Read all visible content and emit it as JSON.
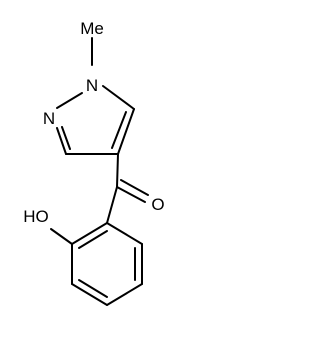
{
  "molecule": {
    "atoms": {
      "methyl": "Me",
      "n_substituted": "N",
      "n_ring": "N",
      "carbonyl_o": "O",
      "hydroxyl": "HO"
    }
  }
}
